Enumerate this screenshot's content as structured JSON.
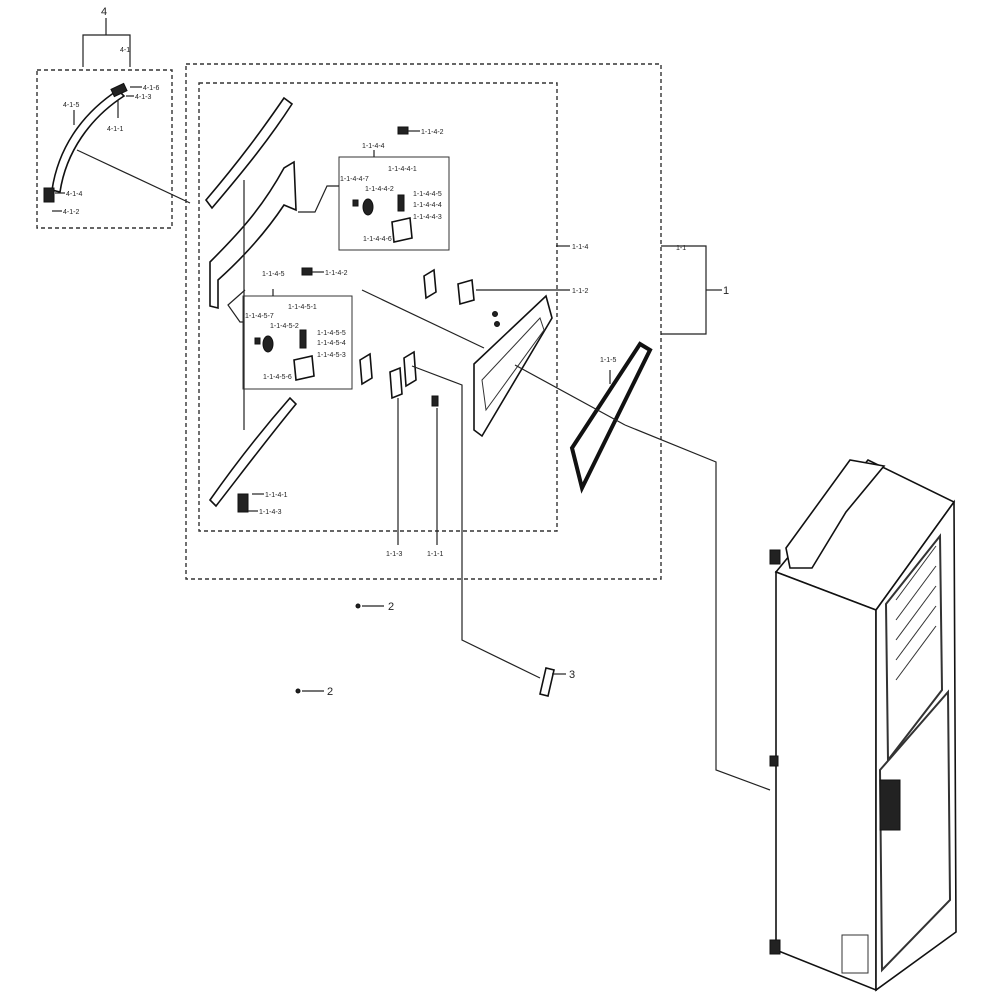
{
  "callouts": {
    "c4": "4",
    "c4_1": "4-1",
    "c4_1_6": "4-1-6",
    "c4_1_3": "4-1-3",
    "c4_1_5": "4-1-5",
    "c4_1_1": "4-1-1",
    "c4_1_4": "4-1-4",
    "c4_1_2": "4-1-2",
    "c1_1_4_2a": "1-1-4-2",
    "c1_1_4_4": "1-1-4-4",
    "c1_1_4_4_1": "1-1-4-4-1",
    "c1_1_4_4_7": "1-1-4-4-7",
    "c1_1_4_4_2": "1-1-4-4-2",
    "c1_1_4_4_5": "1-1-4-4-5",
    "c1_1_4_4_4": "1-1-4-4-4",
    "c1_1_4_4_3": "1-1-4-4-3",
    "c1_1_4_4_6": "1-1-4-4-6",
    "c1_1_4": "1-1-4",
    "c1_1": "1-1",
    "c1": "1",
    "c1_1_2": "1-1-2",
    "c1_1_4_5": "1-1-4-5",
    "c1_1_4_2b": "1-1-4-2",
    "c1_1_4_5_1": "1-1-4-5-1",
    "c1_1_4_5_7": "1-1-4-5-7",
    "c1_1_4_5_2": "1-1-4-5-2",
    "c1_1_4_5_5": "1-1-4-5-5",
    "c1_1_4_5_4": "1-1-4-5-4",
    "c1_1_4_5_3": "1-1-4-5-3",
    "c1_1_4_5_6": "1-1-4-5-6",
    "c1_1_5": "1-1-5",
    "c1_1_4_1": "1-1-4-1",
    "c1_1_4_3": "1-1-4-3",
    "c1_1_3": "1-1-3",
    "c1_1_1": "1-1-1",
    "c2a": "2",
    "c2b": "2",
    "c3": "3"
  }
}
